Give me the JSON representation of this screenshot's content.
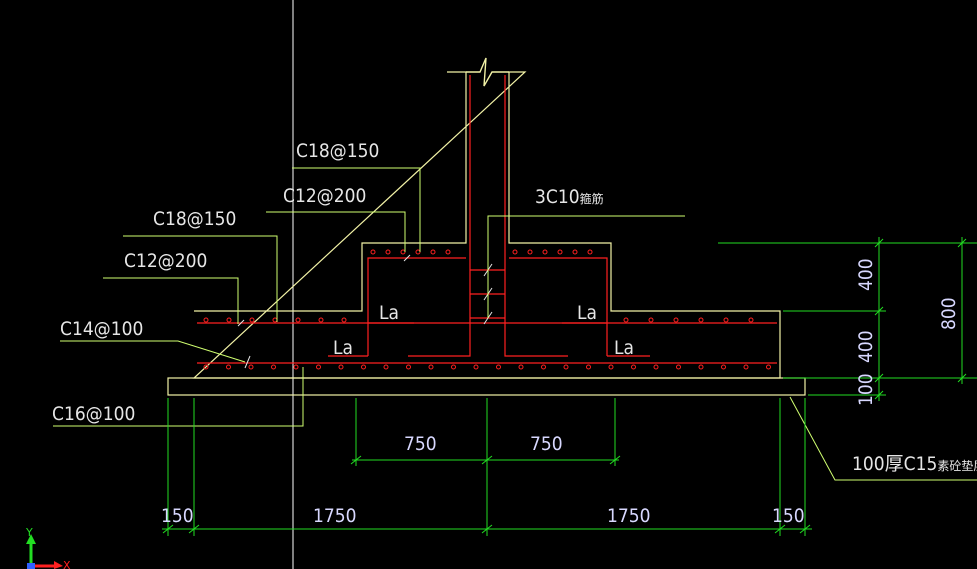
{
  "rebar_labels": {
    "top_upper": "C18@150",
    "top_lower": "C12@200",
    "step_upper": "C18@150",
    "step_lower": "C12@200",
    "stirrup": "C14@100",
    "bottom": "C16@100",
    "column_hoop_count": "3",
    "column_hoop_bar": "C10",
    "column_hoop_suffix": "箍筋"
  },
  "anchor_labels": [
    "La",
    "La",
    "La",
    "La"
  ],
  "dimensions": {
    "half_left": "750",
    "half_right": "750",
    "edge_left": "150",
    "width_left": "1750",
    "width_right": "1750",
    "edge_right": "150",
    "upper_step": "400",
    "lower_step": "400",
    "total_height": "800",
    "pad": "100"
  },
  "pad_note": {
    "prefix": "100厚",
    "grade": "C15",
    "suffix": "素砼垫层"
  },
  "ucs": {
    "y": "Y",
    "x": "X"
  },
  "colors": {
    "background": "#000000",
    "concrete": "#f2f2a6",
    "rebar": "#ff2020",
    "dimension": "#22dd22",
    "leader": "#d0ff70",
    "text": "#e6e6e6",
    "crosshair": "#ffffff"
  }
}
